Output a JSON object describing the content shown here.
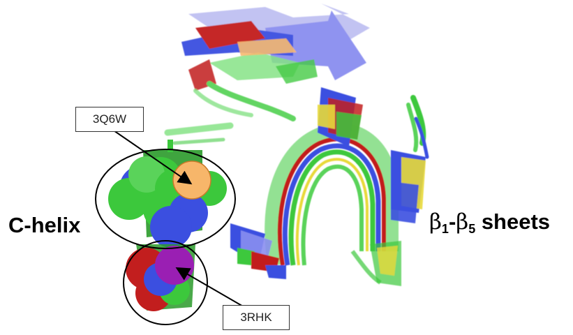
{
  "labels": {
    "c_helix": "C-helix",
    "beta_sheets": {
      "greek": "β",
      "start_index": "1",
      "dash": "-",
      "end_index": "5",
      "suffix": " sheets"
    }
  },
  "callouts": {
    "top": "3Q6W",
    "bottom": "3RHK"
  },
  "colors": {
    "green": "#3cc83c",
    "blue": "#3b4fe0",
    "red": "#c21e1e",
    "yellow": "#e8d93a",
    "purple": "#9a1fb3",
    "orange": "#f7b66a",
    "light_blue": "#8a8ef0",
    "circle_stroke": "#000000",
    "arrow": "#000000"
  }
}
